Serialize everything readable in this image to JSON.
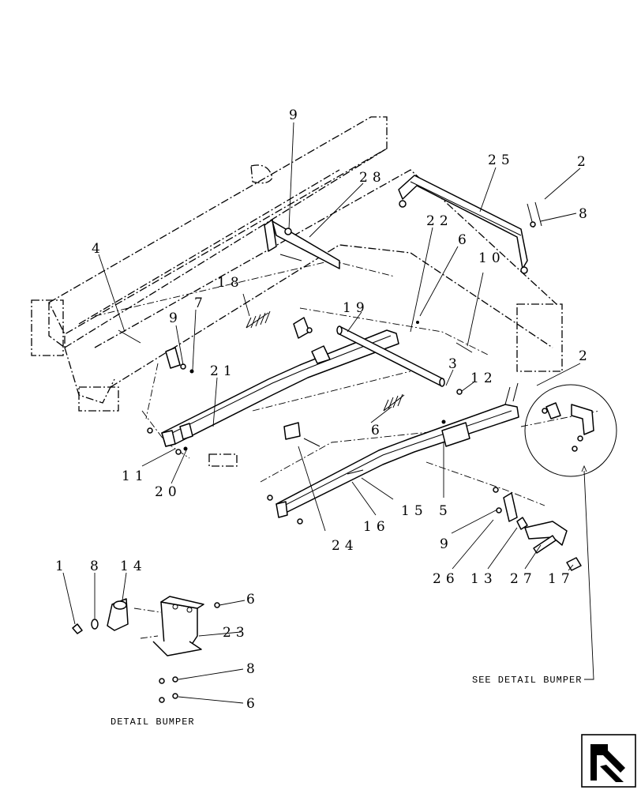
{
  "callouts": {
    "c9_top": "9",
    "c28": "28",
    "c25": "25",
    "c2_top": "2",
    "c8_top": "8",
    "c4": "4",
    "c22": "22",
    "c6_top": "6",
    "c10": "10",
    "c18": "18",
    "c7": "7",
    "c19": "19",
    "c9_left": "9",
    "c21": "21",
    "c3": "3",
    "c12": "12",
    "c2_right": "2",
    "c6_mid": "6",
    "c11": "11",
    "c20": "20",
    "c15": "15",
    "c5": "5",
    "c16": "16",
    "c24": "24",
    "c9_lower": "9",
    "c26": "26",
    "c13": "13",
    "c27": "27",
    "c17": "17",
    "c1": "1",
    "c8_detail": "8",
    "c14": "14",
    "c6_detail_top": "6",
    "c23": "23",
    "c8_detail_right": "8",
    "c6_detail_bottom": "6"
  },
  "captions": {
    "see_detail": "SEE DETAIL BUMPER",
    "detail_bumper": "DETAIL BUMPER"
  },
  "icons": {
    "nav_arrow": "next-page-arrow-icon"
  }
}
